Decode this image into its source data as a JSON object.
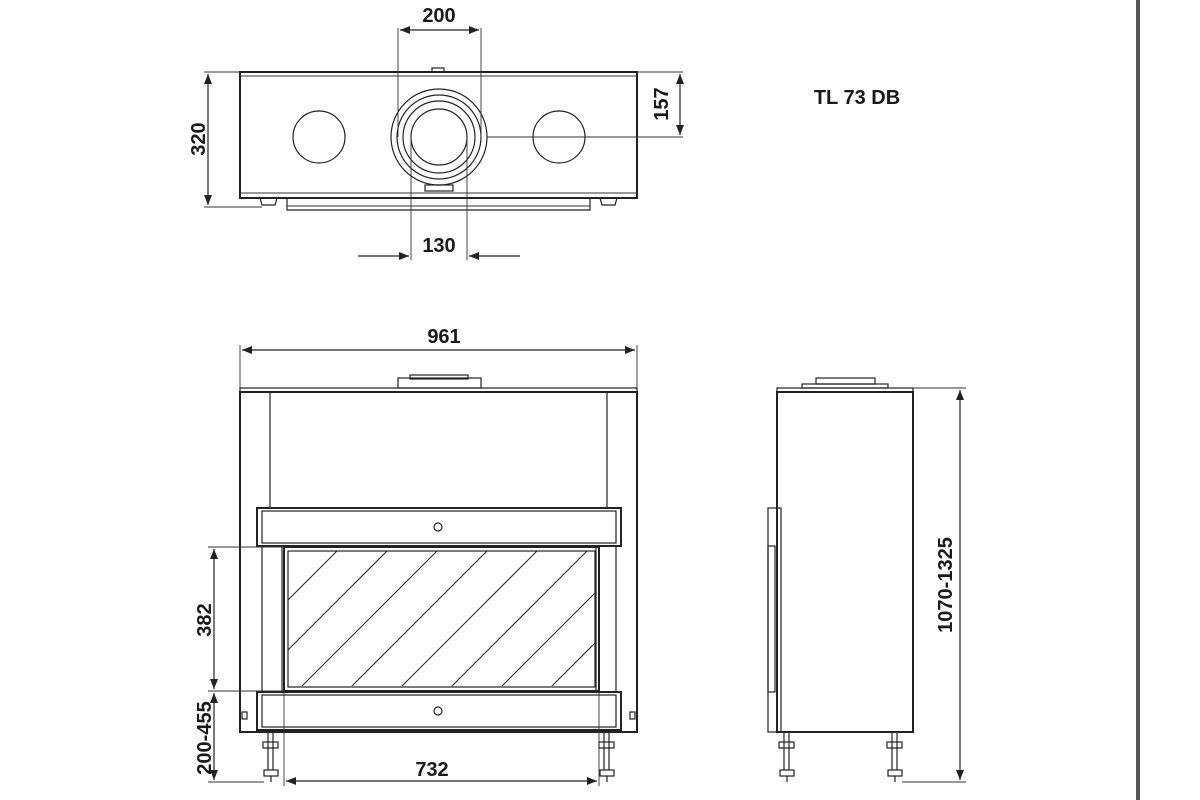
{
  "model_label": "TL 73 DB",
  "views": {
    "top": {
      "dim_width_200": "200",
      "dim_height_320": "320",
      "dim_157": "157",
      "dim_130": "130"
    },
    "front": {
      "dim_width_961": "961",
      "dim_opening_382": "382",
      "dim_legs_200_455": "200-455",
      "dim_opening_732": "732"
    },
    "side": {
      "dim_height_1070_1325": "1070-1325"
    }
  }
}
